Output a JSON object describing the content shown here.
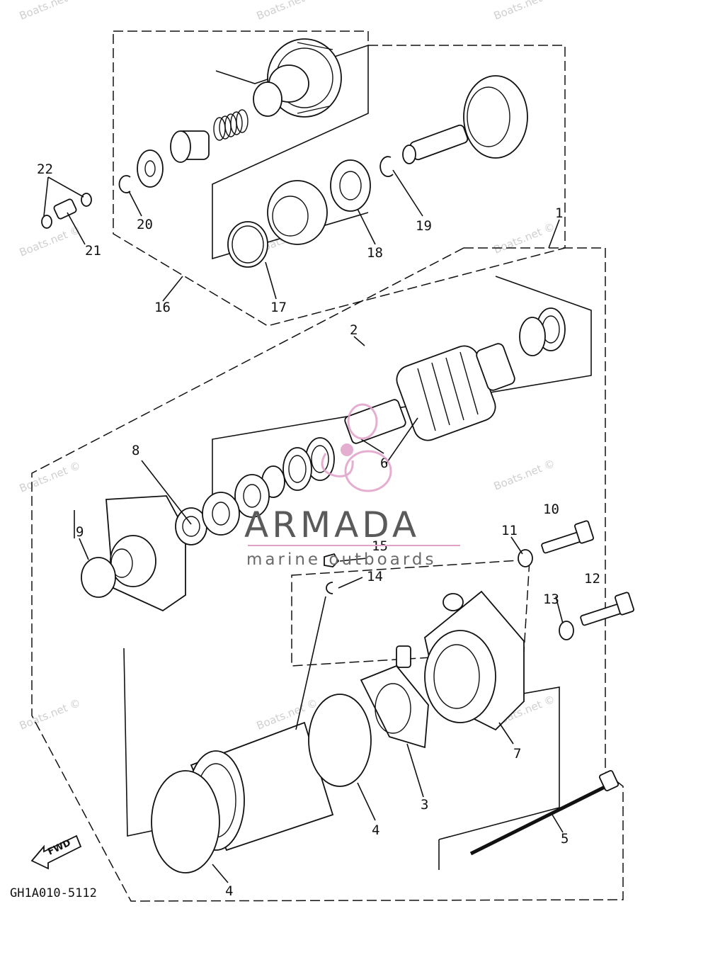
{
  "watermarks": [
    "Boats.net ©",
    "Boats.net ©",
    "Boats.net ©",
    "Boats.net ©",
    "Boats.net ©",
    "Boats.net ©",
    "Boats.net ©",
    "Boats.net ©",
    "Boats.net ©",
    "Boats.net ©",
    "Boats.net ©"
  ],
  "brand": {
    "name": "ARMADA",
    "tagline": "marine outboards",
    "accent": "#e0a0c8",
    "text_color": "#5a5a5a"
  },
  "diagram_code": "GH1A010-5112",
  "fwd_label": "FWD",
  "part_labels": {
    "p1": "1",
    "p2": "2",
    "p3": "3",
    "p4a": "4",
    "p4b": "4",
    "p5": "5",
    "p6": "6",
    "p7": "7",
    "p8": "8",
    "p9": "9",
    "p10": "10",
    "p11": "11",
    "p12": "12",
    "p13": "13",
    "p14": "14",
    "p15": "15",
    "p16": "16",
    "p17": "17",
    "p18": "18",
    "p19": "19",
    "p20": "20",
    "p21": "21",
    "p22": "22"
  }
}
